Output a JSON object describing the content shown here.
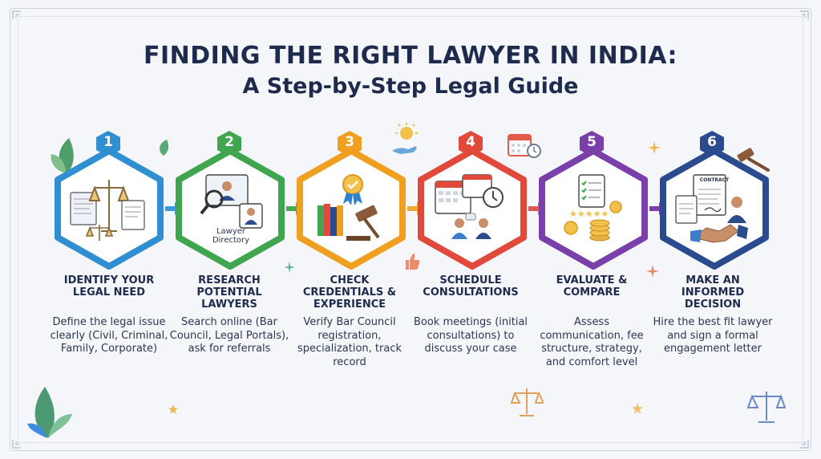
{
  "title": "FINDING THE RIGHT LAWYER IN INDIA:",
  "subtitle": "A Step-by-Step Legal Guide",
  "colors": {
    "step1": "#2f8fd0",
    "step2": "#3fa54e",
    "step3": "#f0a020",
    "step4": "#e14a3a",
    "step5": "#7a3fa8",
    "step6": "#2a4b8d"
  },
  "steps": [
    {
      "number": "1",
      "title": "IDENTIFY YOUR LEGAL NEED",
      "description": "Define the legal issue clearly (Civil, Criminal, Family, Corporate)",
      "icon": "scales-of-justice-icon"
    },
    {
      "number": "2",
      "title": "RESEARCH POTENTIAL LAWYERS",
      "description": "Search online (Bar Council, Legal Portals), ask for referrals",
      "icon": "lawyer-directory-icon",
      "icon_label": "Lawyer Directory"
    },
    {
      "number": "3",
      "title": "CHECK CREDENTIALS & EXPERIENCE",
      "description": "Verify Bar Council registration, specialization, track record",
      "icon": "gavel-books-icon"
    },
    {
      "number": "4",
      "title": "SCHEDULE CONSULTATIONS",
      "description": "Book meetings (initial consultations) to discuss your case",
      "icon": "calendar-meeting-icon"
    },
    {
      "number": "5",
      "title": "EVALUATE & COMPARE",
      "description": "Assess communication, fee structure, strategy, and comfort level",
      "icon": "checklist-coins-icon"
    },
    {
      "number": "6",
      "title": "MAKE AN INFORMED DECISION",
      "description": "Hire the best fit lawyer and sign a formal engagement letter",
      "icon": "contract-handshake-icon",
      "icon_label": "CONTRACT"
    }
  ]
}
